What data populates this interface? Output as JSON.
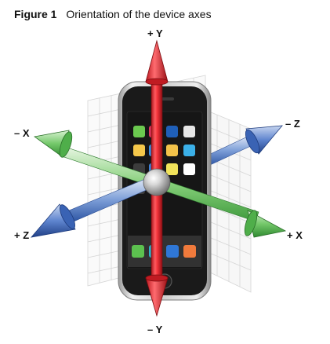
{
  "figure": {
    "label": "Figure 1",
    "title": "Orientation of the device axes"
  },
  "axes": {
    "plus_y": "+ Y",
    "minus_y": "– Y",
    "plus_x": "+ X",
    "minus_x": "– X",
    "plus_z": "+ Z",
    "minus_z": "– Z"
  },
  "colors": {
    "y_axis": "#e8343c",
    "x_axis": "#6cc46a",
    "z_axis": "#4f79c4",
    "device_body": "#1a1a1a",
    "device_bezel": "#c9c9c9",
    "grid": "#d4d4d4"
  },
  "app_icon_colors": [
    "#6bc94f",
    "#e0345d",
    "#1f5fb8",
    "#e6e6e6",
    "#f4c74a",
    "#3b8fe0",
    "#f2c24a",
    "#3bb0e8",
    "#3c3c3c",
    "#3e82d8",
    "#f1e35b",
    "#ffffff",
    "#3c3c3c",
    "#8c5ad8",
    "#5cc14f",
    "#2db3c8",
    "#2f77d6",
    "#f07a3c"
  ]
}
